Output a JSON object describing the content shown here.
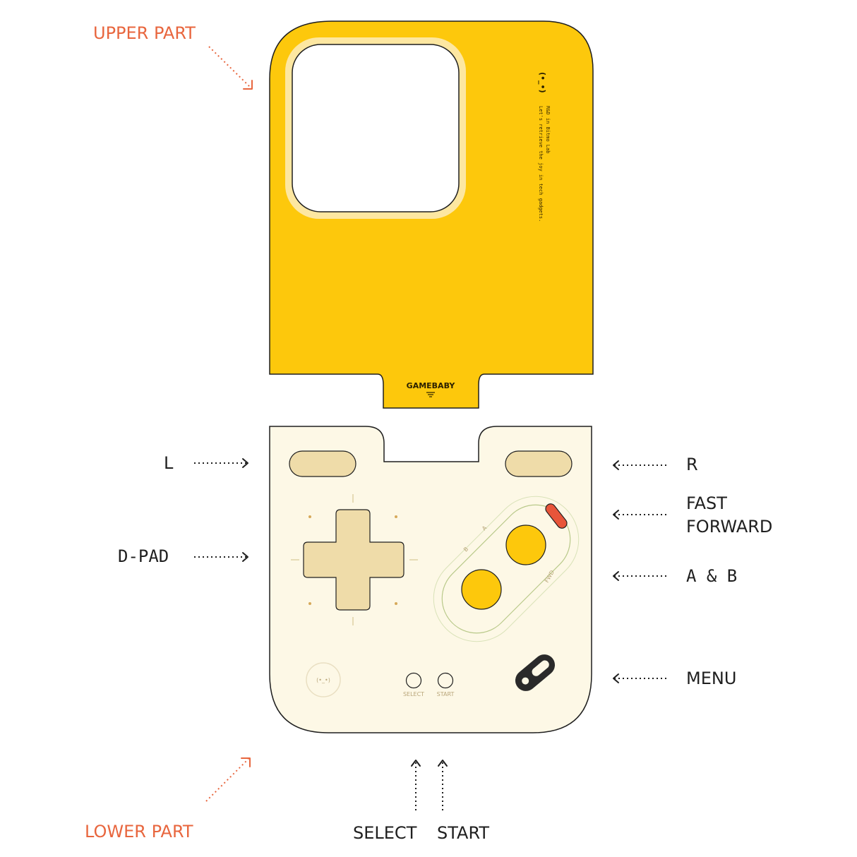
{
  "labels": {
    "upper_part": "UPPER PART",
    "lower_part": "LOWER PART",
    "l": "L",
    "r": "R",
    "d_pad": "D-PAD",
    "fast_forward_line1": "FAST",
    "fast_forward_line2": "FORWARD",
    "a_and_b": "A & B",
    "menu": "MENU",
    "select": "SELECT",
    "start": "START"
  },
  "upper_case": {
    "brand": "GAMEBABY",
    "lab_line1": "R&D in Bitmo Lab",
    "lab_line2": "Let's retrieve the joy in tech gadgets.",
    "logo_face": "(•_•)"
  },
  "lower_case": {
    "logo_face": "(•_•)",
    "select_small": "SELECT",
    "start_small": "START",
    "button_b": "B",
    "button_a": "A",
    "fwd": "FWD"
  },
  "colors": {
    "accent": "#e8663e",
    "upper_case_fill": "#fdc80c",
    "lower_case_fill": "#fdf8e6",
    "dpad_fill": "#efdca9",
    "ab_button_fill": "#fdc80c",
    "fast_forward_fill": "#e8553a",
    "menu_button_fill": "#2a2a2a"
  }
}
